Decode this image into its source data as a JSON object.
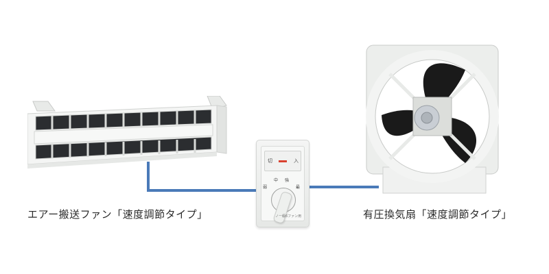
{
  "diagram": {
    "devices": [
      {
        "id": "air-conveyor-fan",
        "label": "エアー搬送ファン「速度調節タイプ」"
      },
      {
        "id": "speed-controller",
        "switch_labels": {
          "off": "切",
          "on": "入"
        },
        "dial_labels": [
          "弱",
          "中",
          "強",
          "最"
        ],
        "model_text": "ノー級6ファン用"
      },
      {
        "id": "pressure-ventilation-fan",
        "label": "有圧換気扇「速度調節タイプ」"
      }
    ],
    "connections": [
      {
        "from": "air-conveyor-fan",
        "to": "speed-controller"
      },
      {
        "from": "speed-controller",
        "to": "pressure-ventilation-fan"
      }
    ],
    "colors": {
      "wire": "#4a7ab8",
      "indicator": "#d9412f",
      "fan_blade": "#1a1a1a",
      "housing": "#eef0ee"
    }
  }
}
